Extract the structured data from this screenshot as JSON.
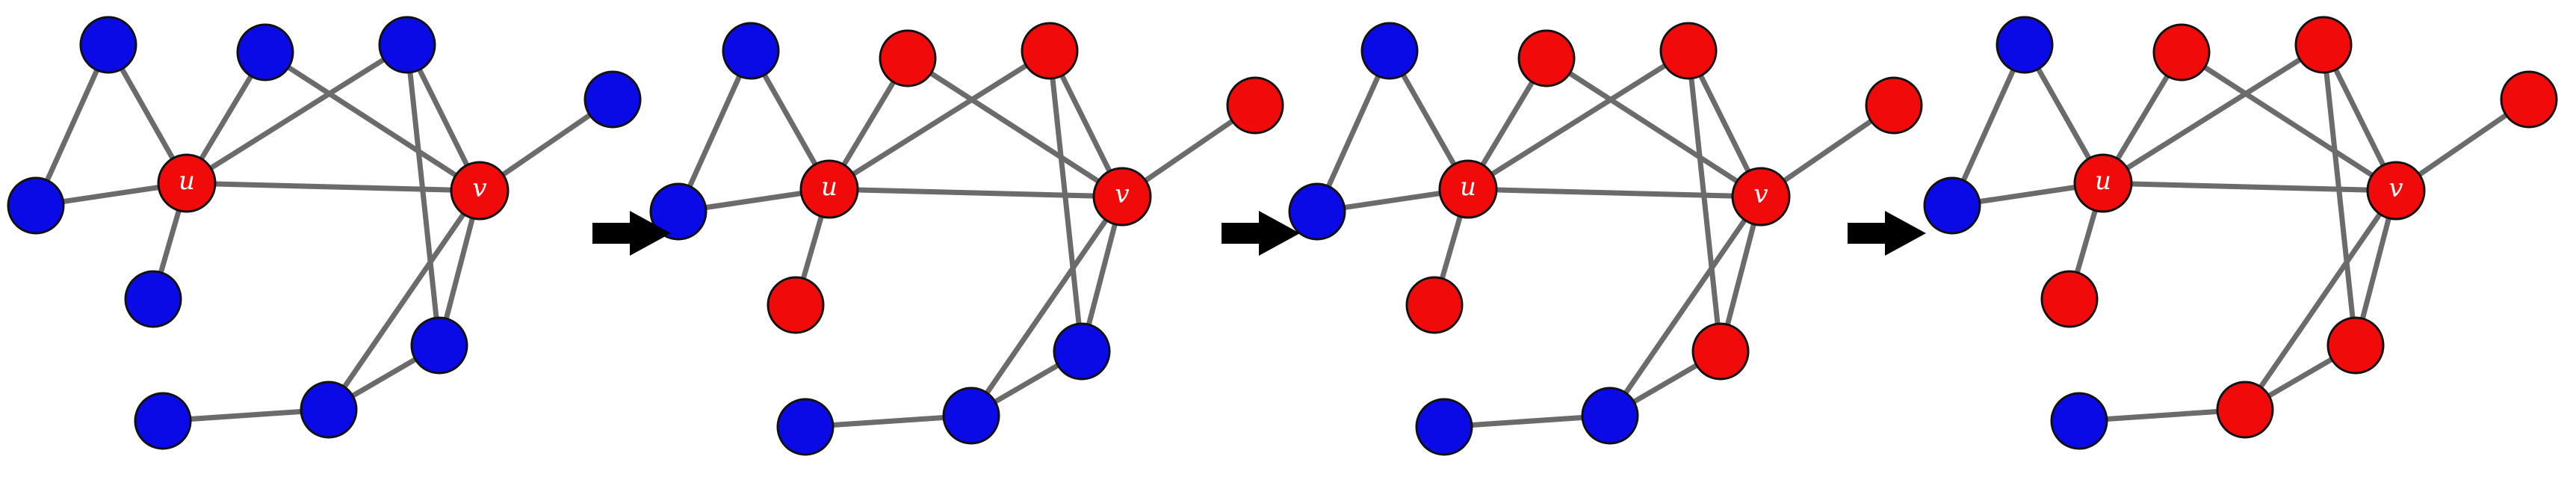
{
  "colors": {
    "blue": "#0a0ae6",
    "red": "#f00a0a",
    "edge": "#6b6b6b",
    "arrow": "#000000"
  },
  "node_labels": {
    "u": "u",
    "v": "v"
  },
  "nodes": [
    "u",
    "v",
    "a",
    "b",
    "c",
    "d",
    "e",
    "f",
    "g",
    "h",
    "i",
    "j"
  ],
  "edges": [
    [
      "a",
      "u"
    ],
    [
      "a",
      "d"
    ],
    [
      "d",
      "u"
    ],
    [
      "b",
      "u"
    ],
    [
      "c",
      "u"
    ],
    [
      "e",
      "u"
    ],
    [
      "u",
      "v"
    ],
    [
      "b",
      "v"
    ],
    [
      "c",
      "v"
    ],
    [
      "c",
      "h"
    ],
    [
      "v",
      "f"
    ],
    [
      "v",
      "h"
    ],
    [
      "v",
      "i"
    ],
    [
      "i",
      "h"
    ],
    [
      "i",
      "j"
    ]
  ],
  "states": [
    {
      "red": [
        "u",
        "v"
      ]
    },
    {
      "red": [
        "u",
        "v",
        "b",
        "c",
        "f",
        "e"
      ]
    },
    {
      "red": [
        "u",
        "v",
        "b",
        "c",
        "f",
        "e",
        "h"
      ]
    },
    {
      "red": [
        "u",
        "v",
        "b",
        "c",
        "f",
        "e",
        "h",
        "i"
      ]
    }
  ],
  "arrows": [
    {
      "name": "step-arrow-1"
    },
    {
      "name": "step-arrow-2"
    },
    {
      "name": "step-arrow-3"
    }
  ]
}
